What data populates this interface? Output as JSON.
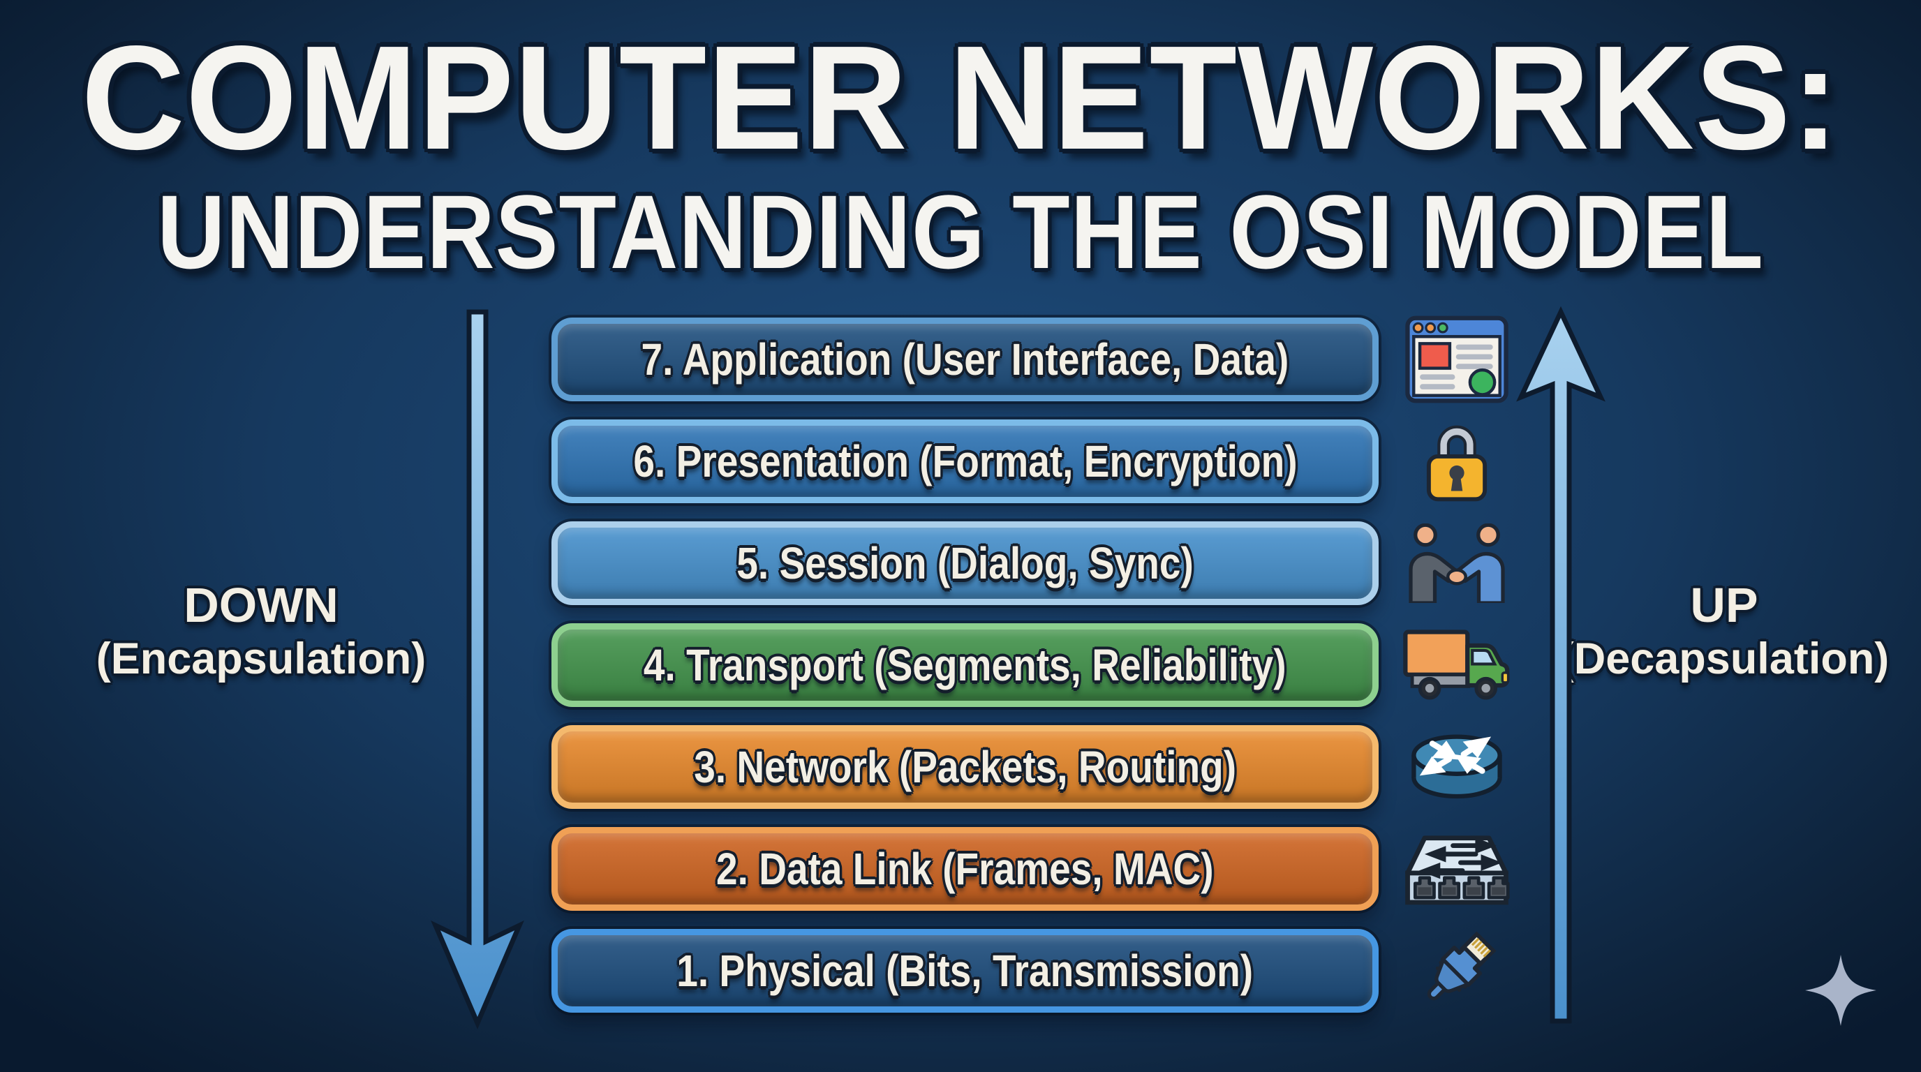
{
  "title": {
    "line1": "COMPUTER NETWORKS:",
    "line2": "UNDERSTANDING THE OSI MODEL"
  },
  "left_flow": {
    "direction": "DOWN",
    "process": "(Encapsulation)"
  },
  "right_flow": {
    "direction": "UP",
    "process": "(Decapsulation)"
  },
  "layers": [
    {
      "number": 7,
      "label": "7. Application (User Interface, Data)",
      "icon": "browser-window-icon",
      "fill": "#20507f",
      "border": "#5f9ed2"
    },
    {
      "number": 6,
      "label": "6. Presentation (Format, Encryption)",
      "icon": "padlock-icon",
      "fill": "#2e74b5",
      "border": "#7cbbe8"
    },
    {
      "number": 5,
      "label": "5. Session (Dialog, Sync)",
      "icon": "handshake-icon",
      "fill": "#4791cd",
      "border": "#abcfeb"
    },
    {
      "number": 4,
      "label": "4. Transport (Segments, Reliability)",
      "icon": "delivery-truck-icon",
      "fill": "#43944c",
      "border": "#8ed08f"
    },
    {
      "number": 3,
      "label": "3. Network (Packets, Routing)",
      "icon": "router-icon",
      "fill": "#e8892c",
      "border": "#f4b96d"
    },
    {
      "number": 2,
      "label": "2. Data Link (Frames, MAC)",
      "icon": "network-switch-icon",
      "fill": "#cf6522",
      "border": "#f0a055"
    },
    {
      "number": 1,
      "label": "1. Physical (Bits, Transmission)",
      "icon": "ethernet-cable-icon",
      "fill": "#1d4d7d",
      "border": "#4697e2"
    }
  ],
  "decorations": {
    "bottom_right": "sparkle-icon"
  },
  "colors": {
    "background_center": "#1e4c7c",
    "background_mid": "#16395f",
    "background_edge": "#0d2138",
    "title_text": "#f5f4f0",
    "label_text": "#f3efe4",
    "arrow_fill_top": "#a9d2ef",
    "arrow_fill_bottom": "#4a90cc",
    "arrow_outline": "#0d1b2d",
    "sparkle": "#a9b4c9"
  }
}
